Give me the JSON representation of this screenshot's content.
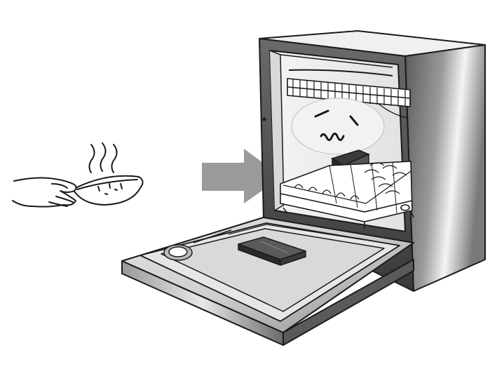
{
  "illustration": {
    "subject": "dishwasher-open-door",
    "elements": [
      "hand-holding-hot-bowl-icon",
      "steam-icon",
      "arrow-right-icon",
      "dishwasher",
      "upper-rack",
      "lower-rack",
      "cutlery-basket",
      "detergent-dispenser",
      "rinse-aid-cap",
      "unhappy-face-icon"
    ]
  },
  "colors": {
    "arrow": "#9a9a9a",
    "cabinet_light": "#f0f0f0",
    "cabinet_dark": "#4a4a4a",
    "outline": "#1a1a1a",
    "face_bubble": "#f2f2f2"
  }
}
